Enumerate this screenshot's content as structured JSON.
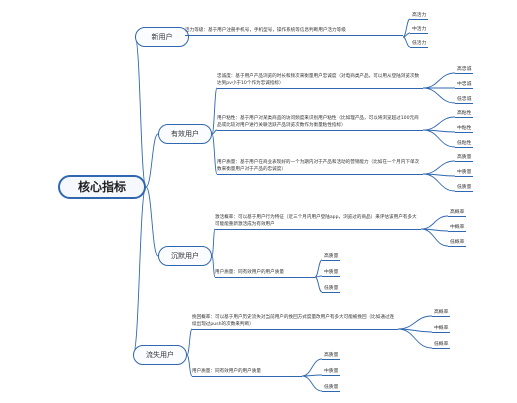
{
  "root": {
    "label": "核心指标"
  },
  "branches": [
    {
      "id": "new",
      "label": "新用户",
      "items": [
        {
          "text": "活力等级：基于用户注册手机号，手机型号，操作系统等信息判断用户活力等级",
          "leaves": [
            "高活力",
            "中活力",
            "低活力"
          ]
        }
      ]
    },
    {
      "id": "active",
      "label": "有效用户",
      "items": [
        {
          "text": "忠诚度：基于用户产品浏览的时长和频次来衡量用户忠诚度（对电商类产品，可以用从登陆浏览次数达到pv小于10个作为忠诚指标）",
          "leaves": [
            "高忠诚",
            "中忠诚",
            "低忠诚"
          ]
        },
        {
          "text": "用户粘性：基于用户对某类商品的访问频度来识别用户粘性（比如理产品，可以将浏览超过100元商品或比较对用户进行关联活跃产品浏览次数作为衡量粘性指标）",
          "leaves": [
            "高粘性",
            "中粘性",
            "低粘性"
          ]
        },
        {
          "text": "用户质量：基于用户在商业表现好的一个为期内对于产品和活动的营销能力（比如在一个月内下单次数来衡量用户对于产品的忠诚度）",
          "leaves": [
            "高质量",
            "中质量",
            "低质量"
          ]
        }
      ]
    },
    {
      "id": "silent",
      "label": "沉默用户",
      "items": [
        {
          "text": "激活概率：可以基于用户行为特征（近三个月内用户登陆app，浏览过的商品）来评估该用户有多大可能能重新激活成为有效用户",
          "leaves": [
            "高概率",
            "中概率",
            "低概率"
          ]
        },
        {
          "text": "用户质量：同有效用户的用户质量",
          "leaves": [
            "高质量",
            "中质量",
            "低质量"
          ]
        }
      ]
    },
    {
      "id": "lost",
      "label": "流失用户",
      "items": [
        {
          "text": "挽回概率：可以基于用户历史流失对当前用户的挽回方式度量改用户有多大可能被挽回（比如通过连续出现过push的次数来判断）",
          "leaves": [
            "高概率",
            "中概率",
            "低概率"
          ]
        },
        {
          "text": "用户质量：同有效用户的用户质量",
          "leaves": [
            "高质量",
            "中质量",
            "低质量"
          ]
        }
      ]
    }
  ],
  "colors": {
    "line": "#2f67b1",
    "root_border": "#2f67b1"
  }
}
